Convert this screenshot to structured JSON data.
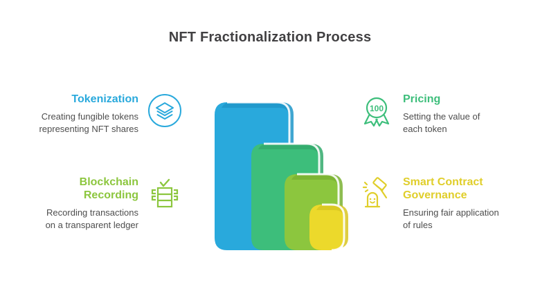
{
  "title": "NFT Fractionalization Process",
  "colors": {
    "blue": "#29a9dc",
    "green": "#3dbe7b",
    "olive": "#8cc63e",
    "yellow": "#e0ce2a",
    "title_gray": "#414042",
    "body_gray": "#4d4d4d",
    "background": "#ffffff"
  },
  "items": [
    {
      "id": "tokenization",
      "heading": "Tokenization",
      "description": "Creating fungible tokens\nrepresenting NFT shares",
      "color": "#29a9dc",
      "icon": "layers-icon",
      "side": "left"
    },
    {
      "id": "blockchain-recording",
      "heading": "Blockchain\nRecording",
      "description": "Recording transactions\non a transparent ledger",
      "color": "#8cc63e",
      "icon": "ledger-server-check-icon",
      "side": "left"
    },
    {
      "id": "pricing",
      "heading": "Pricing",
      "description": "Setting the value of\neach token",
      "color": "#3dbe7b",
      "icon": "medal-badge-100-icon",
      "badge_value": "100",
      "side": "right"
    },
    {
      "id": "smart-contract-governance",
      "heading": "Smart Contract\nGovernance",
      "description": "Ensuring fair application\nof rules",
      "color": "#e0ce2a",
      "icon": "gavel-smiley-icon",
      "side": "right"
    }
  ],
  "center_graphic": {
    "name": "nested-stacked-blocks",
    "layers": [
      {
        "label": "layer-1",
        "color": "#29a9dc",
        "side_color": "#1f96c9"
      },
      {
        "label": "layer-2",
        "color": "#3dbe7b",
        "side_color": "#33aa6c"
      },
      {
        "label": "layer-3",
        "color": "#8cc63e",
        "side_color": "#7ab233"
      },
      {
        "label": "layer-4",
        "color": "#ecd92b",
        "side_color": "#d8c521"
      }
    ]
  }
}
